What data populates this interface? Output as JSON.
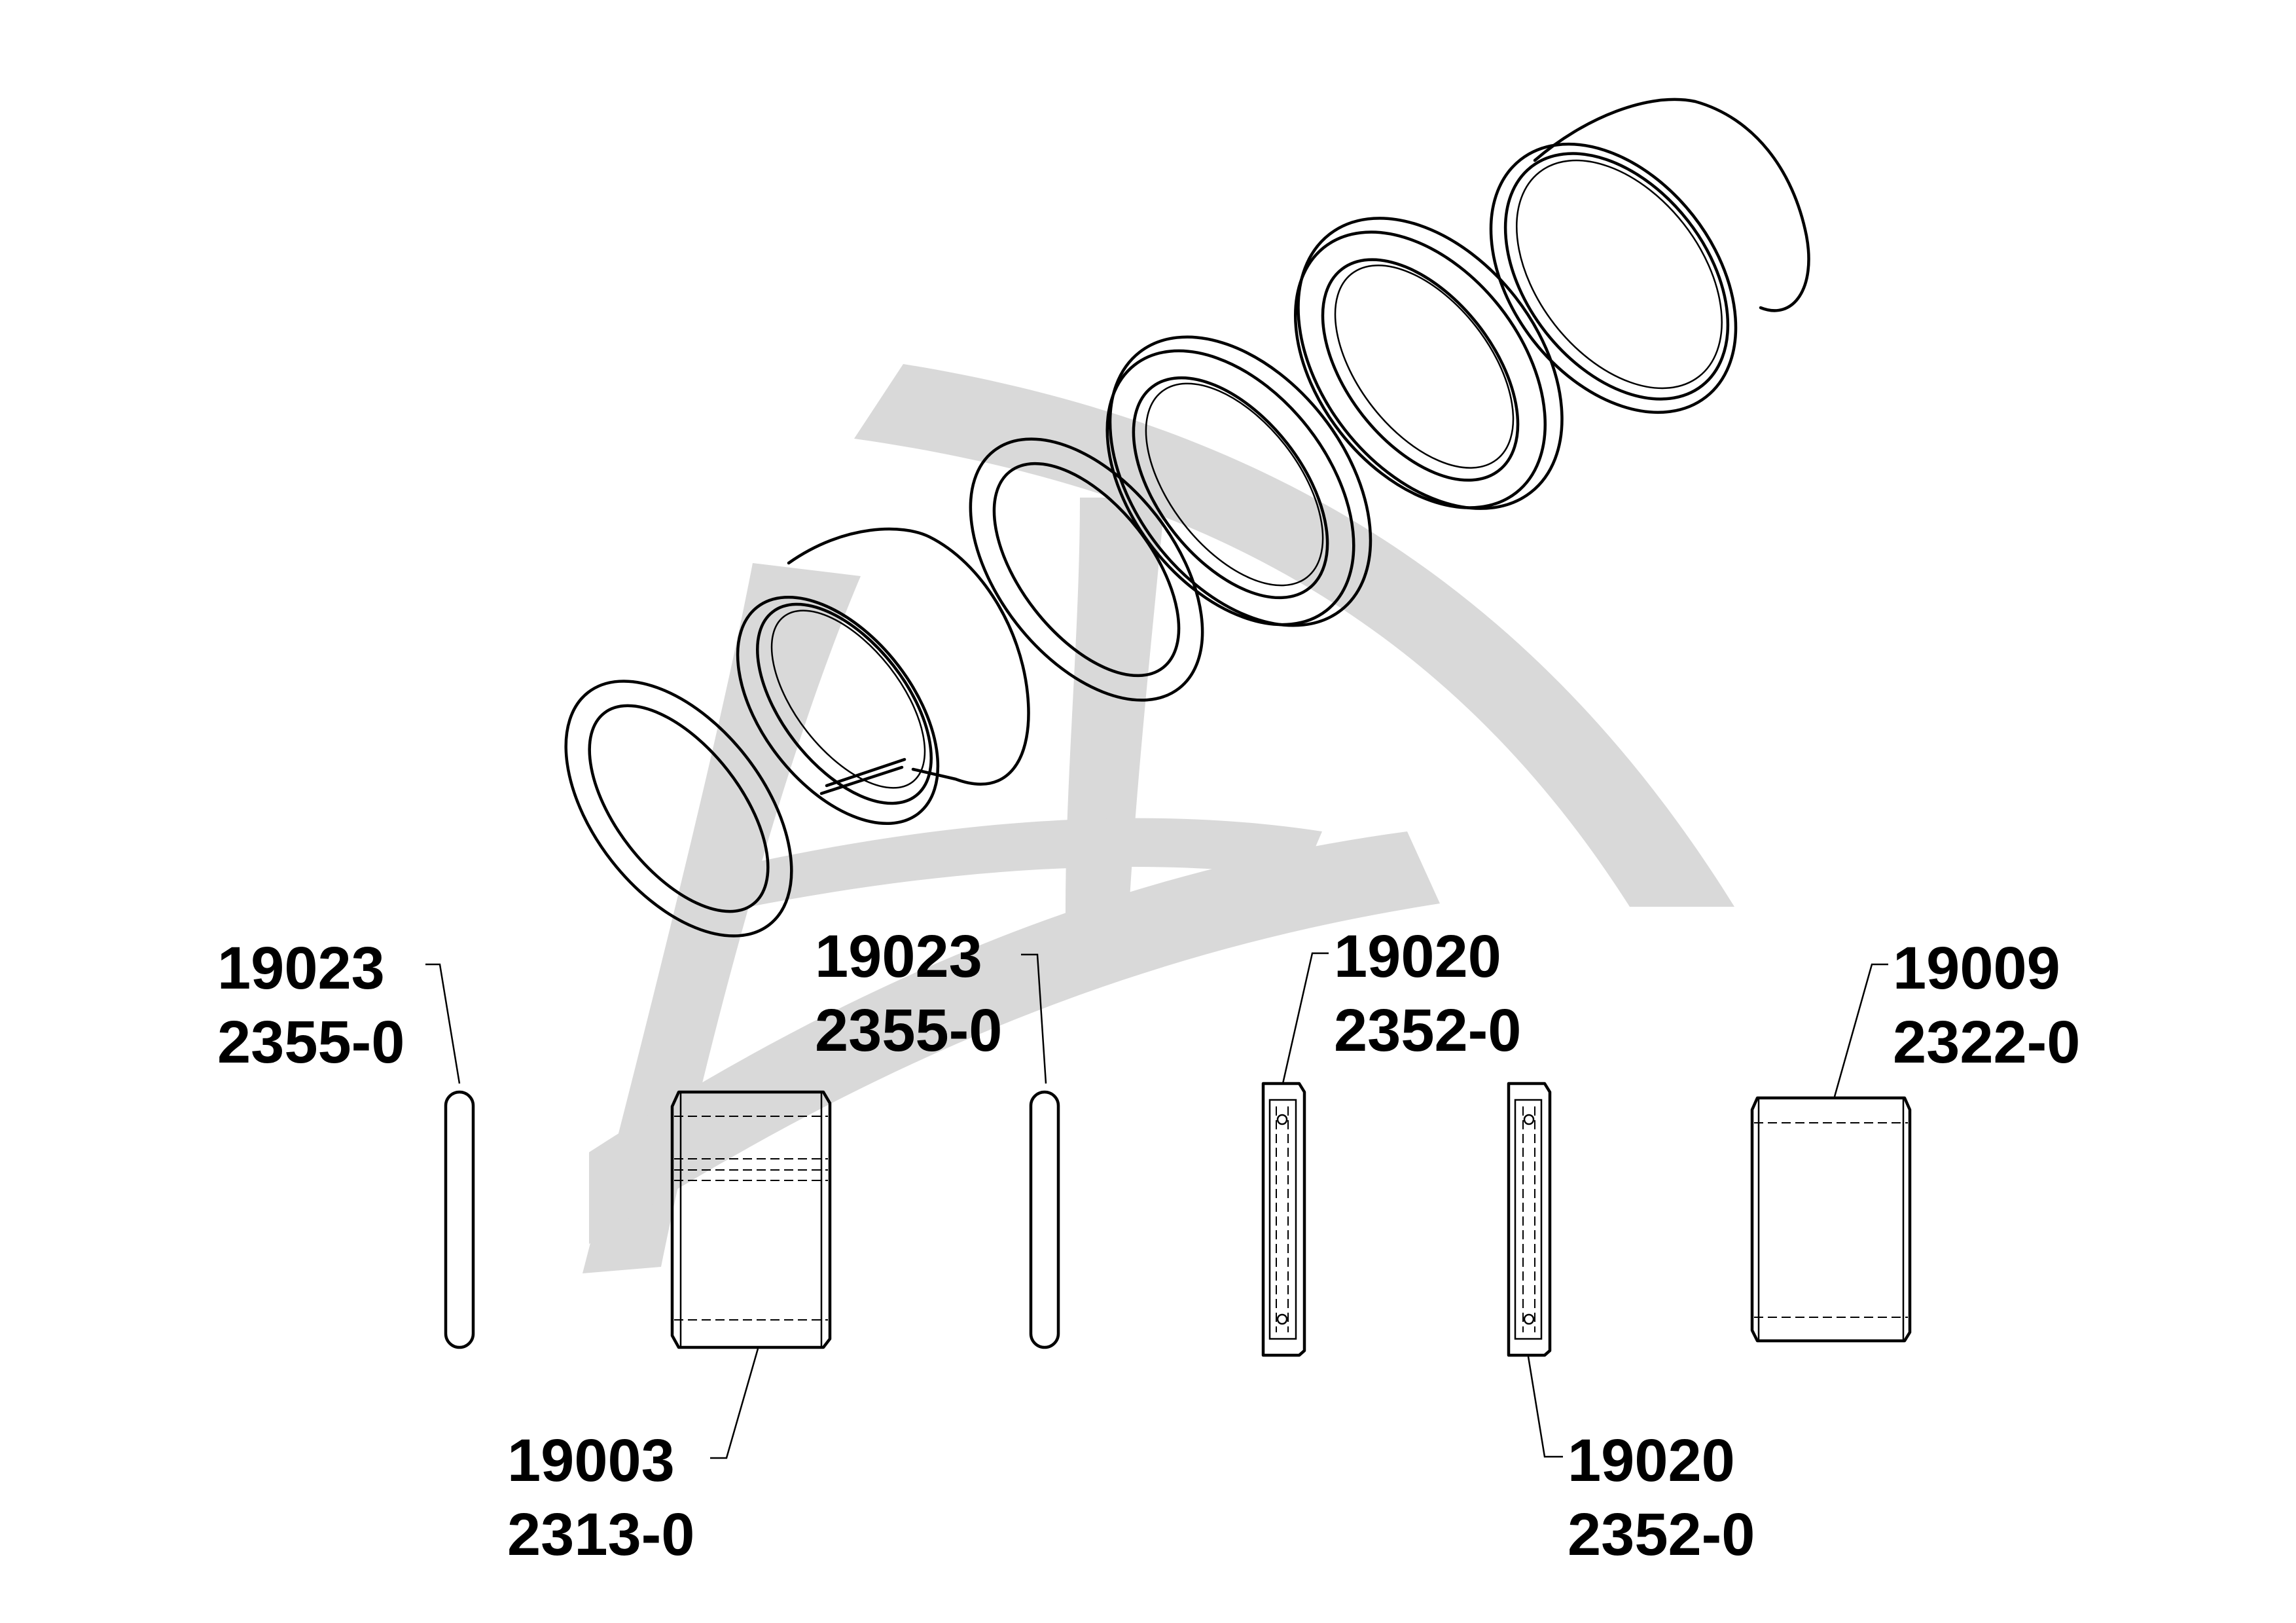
{
  "colors": {
    "watermark": "#d9d9d9",
    "lines": "#000000",
    "background": "#ffffff"
  },
  "callouts": [
    {
      "part_no": "19023",
      "ref": "2355-0"
    },
    {
      "part_no": "19003",
      "ref": "2313-0"
    },
    {
      "part_no": "19023",
      "ref": "2355-0"
    },
    {
      "part_no": "19020",
      "ref": "2352-0"
    },
    {
      "part_no": "19020",
      "ref": "2352-0"
    },
    {
      "part_no": "19009",
      "ref": "2322-0"
    }
  ]
}
